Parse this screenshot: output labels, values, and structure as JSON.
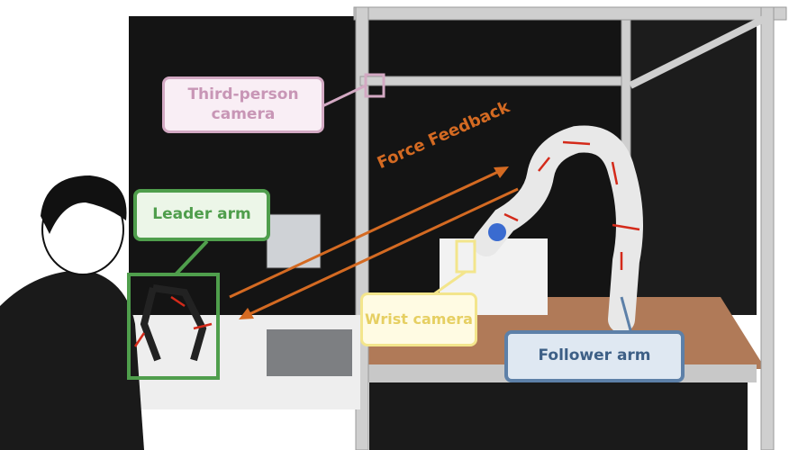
{
  "labels": {
    "third_person_camera": "Third-person camera",
    "leader_arm": "Leader arm",
    "force_feedback": "Force Feedback",
    "wrist_camera": "Wrist camera",
    "follower_arm": "Follower arm"
  },
  "colors": {
    "third_person": "#d3a9c3",
    "leader": "#4f9e4c",
    "force": "#d46a22",
    "wrist": "#f3e58c",
    "follower": "#5d80a8",
    "arrows": "#d42a1a"
  }
}
